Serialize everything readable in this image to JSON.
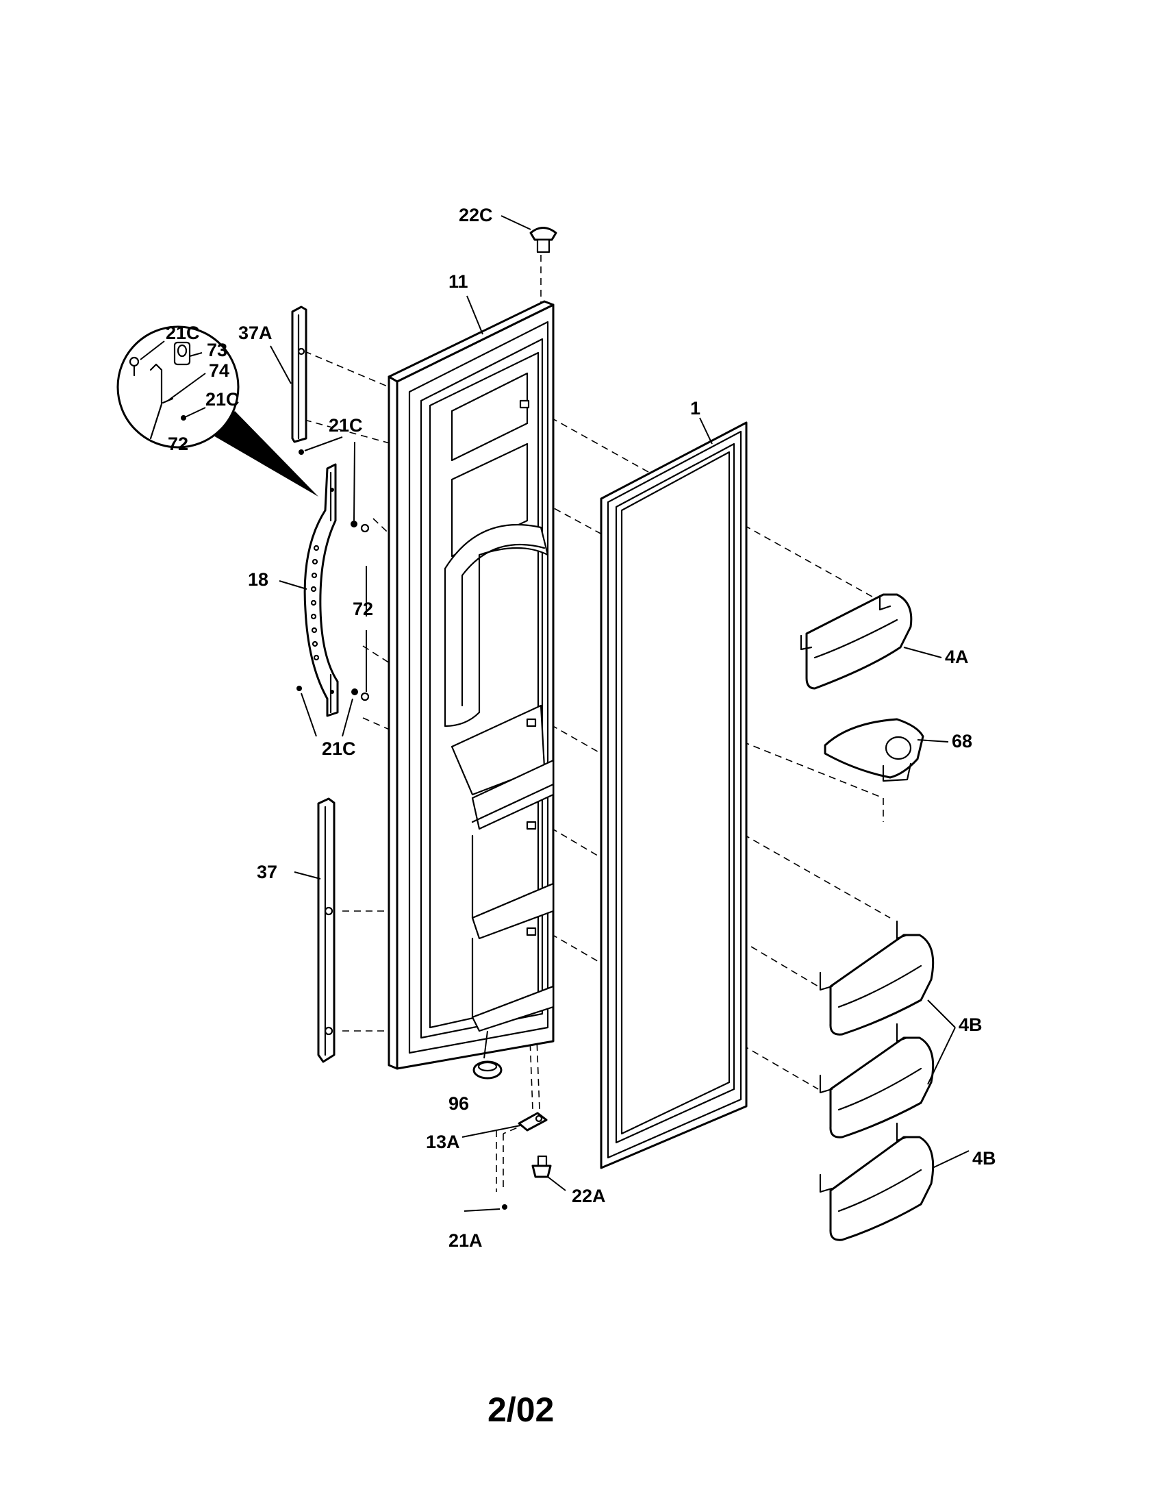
{
  "labels": {
    "p22c": "22C",
    "p11": "11",
    "p37a": "37A",
    "p21c_inset1": "21C",
    "p73": "73",
    "p74": "74",
    "p21c_inset2": "21C",
    "p72_inset": "72",
    "p21c_top": "21C",
    "p1": "1",
    "p18": "18",
    "p72": "72",
    "p4a": "4A",
    "p68": "68",
    "p21c_bottom": "21C",
    "p37": "37",
    "p4b_upper": "4B",
    "p96": "96",
    "p13a": "13A",
    "p4b_lower": "4B",
    "p22a": "22A",
    "p21a": "21A"
  },
  "footer": {
    "date": "2/02"
  }
}
